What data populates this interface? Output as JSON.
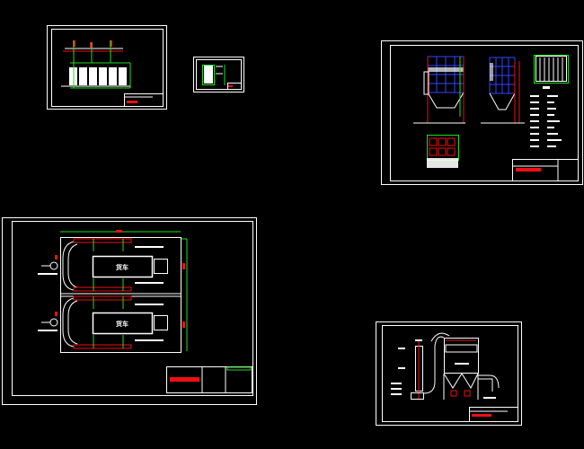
{
  "app": {
    "background": "#000000"
  },
  "colors": {
    "line": "#ffffff",
    "dimension": "#22dd22",
    "highlight": "#ee1111",
    "grid": "#3344ff"
  },
  "sheets": [
    {
      "id": "boiler-row-drawing"
    },
    {
      "id": "small-detail-drawing"
    },
    {
      "id": "dust-collector-elevation-drawing"
    },
    {
      "id": "truck-bay-plan-drawing",
      "truck_labels": [
        "货车",
        "货车"
      ]
    },
    {
      "id": "dust-collector-side-drawing"
    }
  ]
}
